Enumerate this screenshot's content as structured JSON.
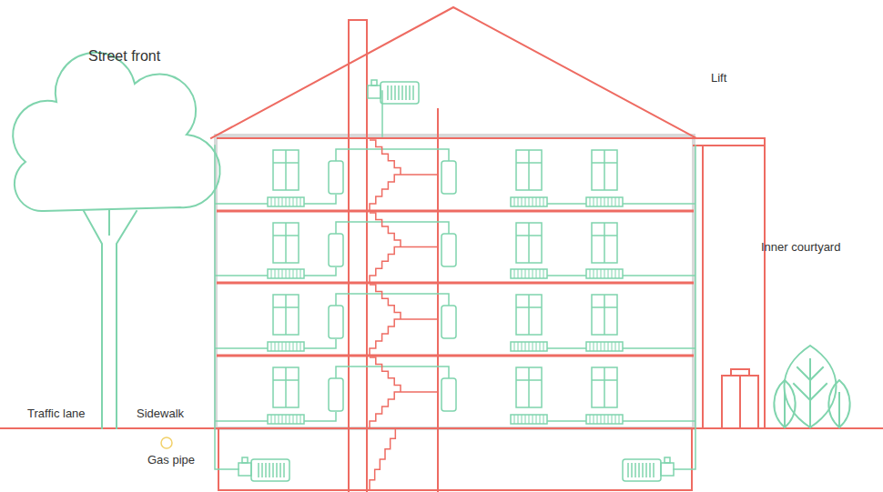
{
  "diagram": {
    "labels": [
      "Street front",
      "Lift",
      "Inner courtyard",
      "Traffic lane",
      "Sidewalk",
      "Gas pipe"
    ]
  }
}
